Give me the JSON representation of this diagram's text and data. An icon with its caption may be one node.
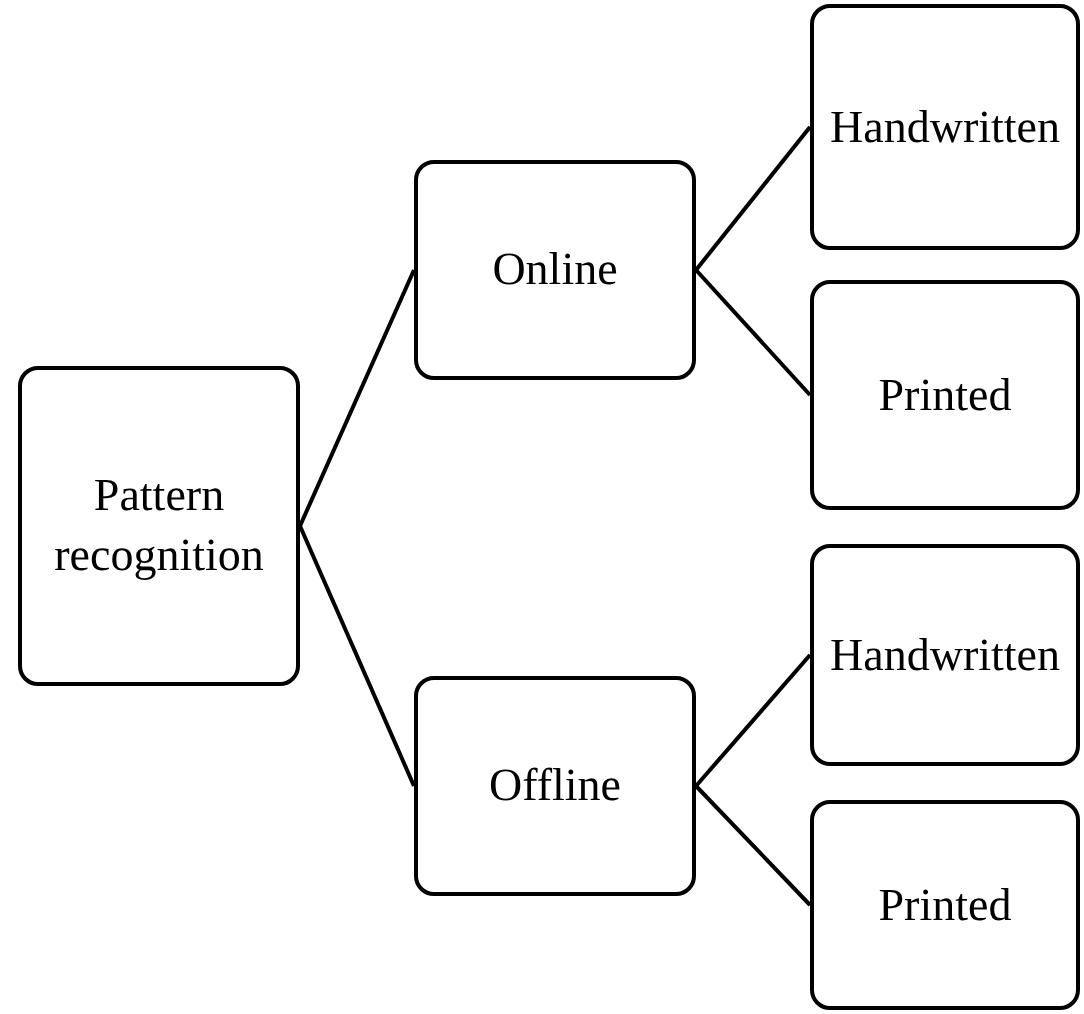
{
  "diagram": {
    "nodes": [
      {
        "text": [
          "Pattern recognition"
        ]
      },
      {
        "text": [
          "Online"
        ]
      },
      {
        "text": [
          "Handwritten"
        ]
      },
      {
        "text": [
          "Printed"
        ]
      },
      {
        "text": [
          "Offline"
        ]
      },
      {
        "text": [
          "Handwritten"
        ]
      },
      {
        "text": [
          "Printed"
        ]
      }
    ],
    "edges": [
      {
        "from": 0,
        "to": 1,
        "arrow": "none"
      },
      {
        "from": 0,
        "to": 4,
        "arrow": "none"
      },
      {
        "from": 1,
        "to": 2,
        "arrow": "none"
      },
      {
        "from": 1,
        "to": 3,
        "arrow": "none"
      },
      {
        "from": 4,
        "to": 5,
        "arrow": "none"
      },
      {
        "from": 4,
        "to": 6,
        "arrow": "none"
      }
    ]
  }
}
